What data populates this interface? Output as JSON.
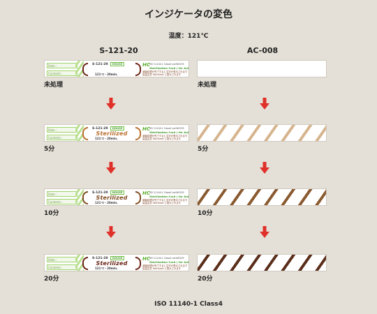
{
  "title": "インジケータの変色",
  "temperature": "温度：121℃",
  "columns": [
    {
      "name": "S-121-20"
    },
    {
      "name": "AC-008"
    }
  ],
  "stages": [
    {
      "label": "未処理",
      "s121_word": "",
      "ac_state": "plain"
    },
    {
      "label": "5分",
      "s121_word": "Sterilized",
      "ac_state": "s1"
    },
    {
      "label": "10分",
      "s121_word": "Sterilized",
      "ac_state": "s2"
    },
    {
      "label": "20分",
      "s121_word": "Sterilized",
      "ac_state": "s3"
    }
  ],
  "card_text": {
    "tab_top": "Date :",
    "tab_bottom": "Contents :",
    "code": "S-121-20",
    "code_badge": "HOUSE",
    "temp_time": "121℃・20min.",
    "brand": "HC",
    "info_line1": "ISO 11140-1 Class4   Lot:WS193",
    "info_line2": "Sterilization Card ( for Autoclave )",
    "info_line3": "滅菌処理が完了すると文字が表示されます",
    "info_line4": "高温注意  Sterilized  と表示されます"
  },
  "colors": {
    "word_5": "#b96f2e",
    "word_10": "#7f4c22",
    "word_20": "#6a2416",
    "arrow": "#e0302a",
    "bracket_0": "#6a2416",
    "bracket_5": "#b96f2e",
    "bracket_10": "#7f4c22",
    "bracket_20": "#6a2416"
  },
  "footer": "ISO 11140-1 Class4"
}
